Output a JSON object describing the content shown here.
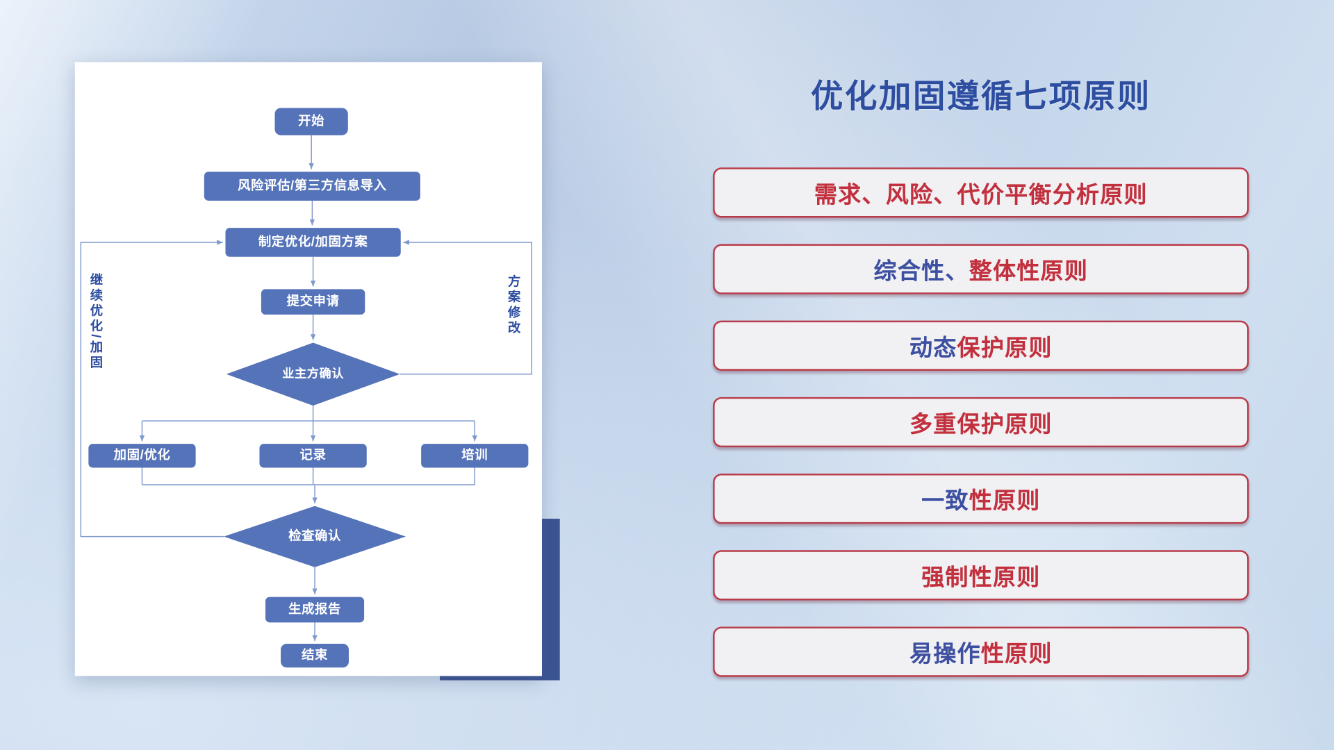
{
  "slide": {
    "title": "优化加固遵循七项原则"
  },
  "flowchart": {
    "nodes": {
      "start": "开始",
      "risk_import": "风险评估/第三方信息导入",
      "make_plan": "制定优化/加固方案",
      "submit": "提交申请",
      "owner_confirm": "业主方确认",
      "harden_optimize": "加固/优化",
      "record": "记录",
      "training": "培训",
      "check_confirm": "检查确认",
      "report": "生成报告",
      "end": "结束"
    },
    "edge_labels": {
      "continue_loop": "继续优化/加固",
      "plan_modify": "方案修改"
    }
  },
  "principles": [
    {
      "segments": [
        {
          "text": "需求、风险、代价平衡分析原则",
          "color": "red"
        }
      ]
    },
    {
      "segments": [
        {
          "text": "综合性、",
          "color": "blue"
        },
        {
          "text": "整体性原则",
          "color": "red"
        }
      ]
    },
    {
      "segments": [
        {
          "text": "动态",
          "color": "blue"
        },
        {
          "text": "保护原则",
          "color": "red"
        }
      ]
    },
    {
      "segments": [
        {
          "text": "多重保护原则",
          "color": "red"
        }
      ]
    },
    {
      "segments": [
        {
          "text": "一致",
          "color": "blue"
        },
        {
          "text": "性原则",
          "color": "red"
        }
      ]
    },
    {
      "segments": [
        {
          "text": "强制性原则",
          "color": "red"
        }
      ]
    },
    {
      "segments": [
        {
          "text": "易操作",
          "color": "blue"
        },
        {
          "text": "性原则",
          "color": "red"
        }
      ]
    }
  ],
  "colors": {
    "title_blue": "#2d4da0",
    "principle_red": "#c2303e",
    "principle_blue": "#3c4fa1",
    "node_fill": "#5573b9",
    "connector": "#7e99cb",
    "accent_navy": "#3b5492",
    "card_bg": "#f1f0f2",
    "card_border": "#b93b49"
  }
}
